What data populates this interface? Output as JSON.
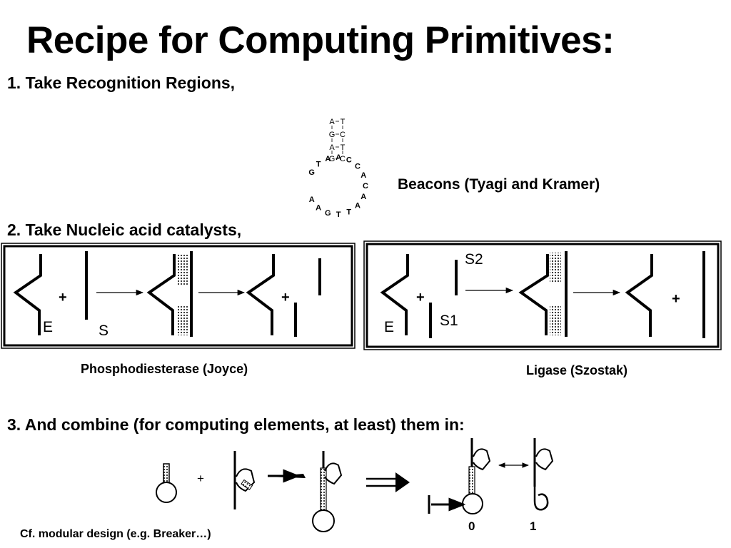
{
  "title": "Recipe for Computing Primitives:",
  "steps": {
    "step1": "1. Take Recognition Regions,",
    "step2": "2. Take Nucleic acid catalysts,",
    "step3": "3. And combine (for computing elements, at least) them in:"
  },
  "beacon": {
    "caption": "Beacons (Tyagi and Kramer)",
    "stem_left": [
      "A",
      "G",
      "A",
      "G"
    ],
    "stem_right": [
      "T",
      "C",
      "T",
      "C"
    ],
    "loop": [
      "G",
      "T",
      "A",
      "A",
      "C",
      "C",
      "A",
      "C",
      "A",
      "A",
      "T",
      "T",
      "G",
      "A",
      "A"
    ]
  },
  "panel_left": {
    "caption": "Phosphodiesterase (Joyce)",
    "label_e": "E",
    "label_s": "S",
    "plus_1": "+",
    "plus_2": "+"
  },
  "panel_right": {
    "caption": "Ligase (Szostak)",
    "label_e": "E",
    "label_s1": "S1",
    "label_s2": "S2",
    "plus_1": "+",
    "plus_2": "+"
  },
  "combo": {
    "plus": "+",
    "state_0": "0",
    "state_1": "1"
  },
  "note": "Cf. modular design (e.g. Breaker…)"
}
